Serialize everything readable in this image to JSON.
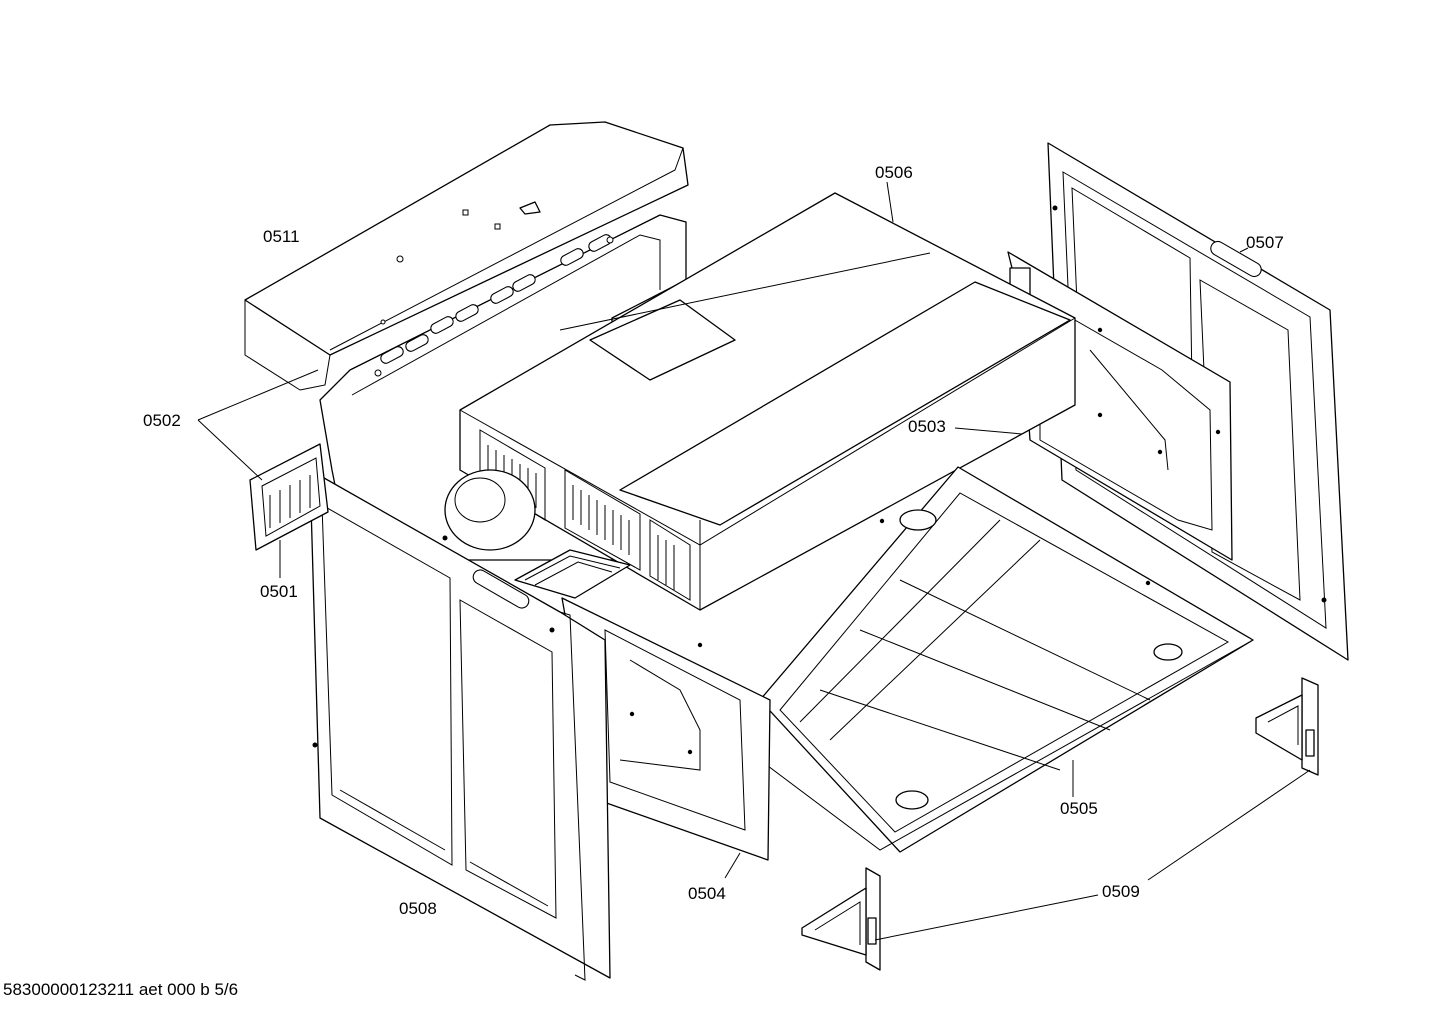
{
  "labels": {
    "p0501": "0501",
    "p0502": "0502",
    "p0503": "0503",
    "p0504": "0504",
    "p0505": "0505",
    "p0506": "0506",
    "p0507": "0507",
    "p0508": "0508",
    "p0509": "0509",
    "p0511": "0511"
  },
  "footer": "58300000123211 aet 000 b 5/6"
}
